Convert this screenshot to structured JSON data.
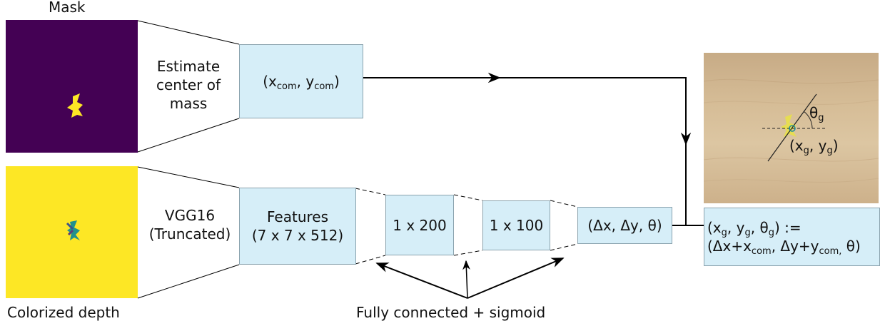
{
  "mask_label": "Mask",
  "depth_label": "Colorized depth",
  "estimate_text": [
    "Estimate",
    "center of",
    "mass"
  ],
  "com_box": {
    "open": "(x",
    "sub1": "com",
    "mid": ", y",
    "sub2": "com",
    "close": ")"
  },
  "vgg_text": [
    "VGG16",
    "(Truncated)"
  ],
  "features_text": [
    "Features",
    "(7 x 7 x 512)"
  ],
  "fc1": "1 x 200",
  "fc2": "1 x 100",
  "delta_box": "(Δx, Δy, θ)",
  "fc_label": "Fully connected + sigmoid",
  "photo_labels": {
    "theta": "θ",
    "theta_sub": "g",
    "pos_open": "(x",
    "pos_sub1": "g",
    "pos_mid": ", y",
    "pos_sub2": "g",
    "pos_close": ")"
  },
  "result": {
    "line1_a": "(x",
    "line1_s1": "g",
    "line1_b": ", y",
    "line1_s2": "g",
    "line1_c": ", θ",
    "line1_s3": "g",
    "line1_d": ") :=",
    "line2_a": "(Δx+x",
    "line2_s1": "com",
    "line2_b": ", Δy+y",
    "line2_s2": "com,",
    "line2_c": " θ)"
  },
  "colors": {
    "mask_bg": "#440154",
    "depth_bg": "#fde725",
    "box_fill": "#d6eef8",
    "wood": "#d2b48c",
    "object_yellow": "#fde725",
    "object_teal": "#21918c"
  }
}
